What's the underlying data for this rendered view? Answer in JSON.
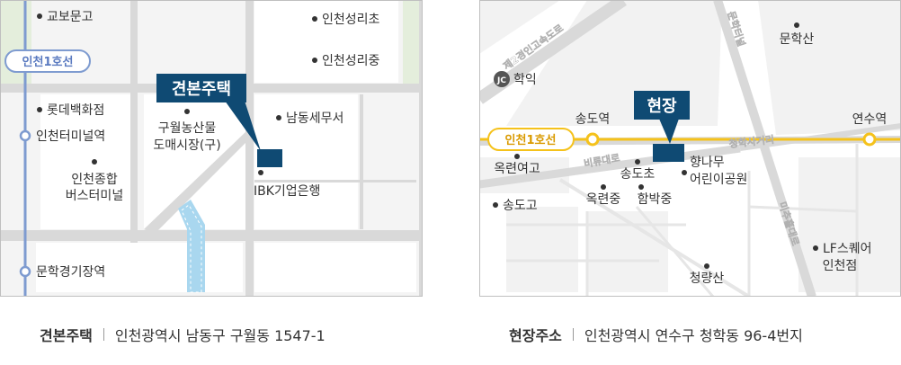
{
  "left_map": {
    "line_badge": "인천1호선",
    "callout": "견본주택",
    "labels": {
      "kyobo": "교보문고",
      "incheon_sungri_elem": "인천성리초",
      "incheon_sungri_mid": "인천성리중",
      "lotte": "롯데백화점",
      "terminal_station": "인천터미널역",
      "bus_terminal_1": "인천종합",
      "bus_terminal_2": "버스터미널",
      "guwol_market_1": "구월농산물",
      "guwol_market_2": "도매시장(구)",
      "namdong_tax": "남동세무서",
      "ibk": "IBK기업은행",
      "munhak_stadium_station": "문학경기장역"
    }
  },
  "right_map": {
    "line_badge": "인천1호선",
    "callout": "현장",
    "jc_badge": "JC",
    "labels": {
      "expressway": "제2경인고속도로",
      "munhak_tunnel": "문학터널",
      "munhak_mountain": "문학산",
      "hakik": "학익",
      "songdo_station": "송도역",
      "yeonsu_station": "연수역",
      "cheonghak_road": "청학사거리",
      "biryu_road": "비류대로",
      "okryeon_girls_high": "옥련여고",
      "songdo_elem": "송도초",
      "okryeon_mid": "옥련중",
      "hambak_mid": "함박중",
      "hyangnamu_park_1": "향나무",
      "hyangnamu_park_2": "어린이공원",
      "songdo_high": "송도고",
      "michuhol_road": "미추홀대로",
      "lf_square_1": "LF스퀘어",
      "lf_square_2": "인천점",
      "cheongryang_mountain": "청량산"
    }
  },
  "captions": {
    "left": {
      "title": "견본주택",
      "address": "인천광역시 남동구 구월동 1547-1"
    },
    "right": {
      "title": "현장주소",
      "address": "인천광역시 연수구 청학동 96-4번지"
    }
  },
  "colors": {
    "road": "#d9d9d9",
    "block": "#f4f4f4",
    "green": "#e4eedc",
    "metro_blue": "#7e9bd0",
    "metro_yellow": "#f5c21b",
    "callout": "#0f4a73",
    "water": "#a9d7ef"
  }
}
